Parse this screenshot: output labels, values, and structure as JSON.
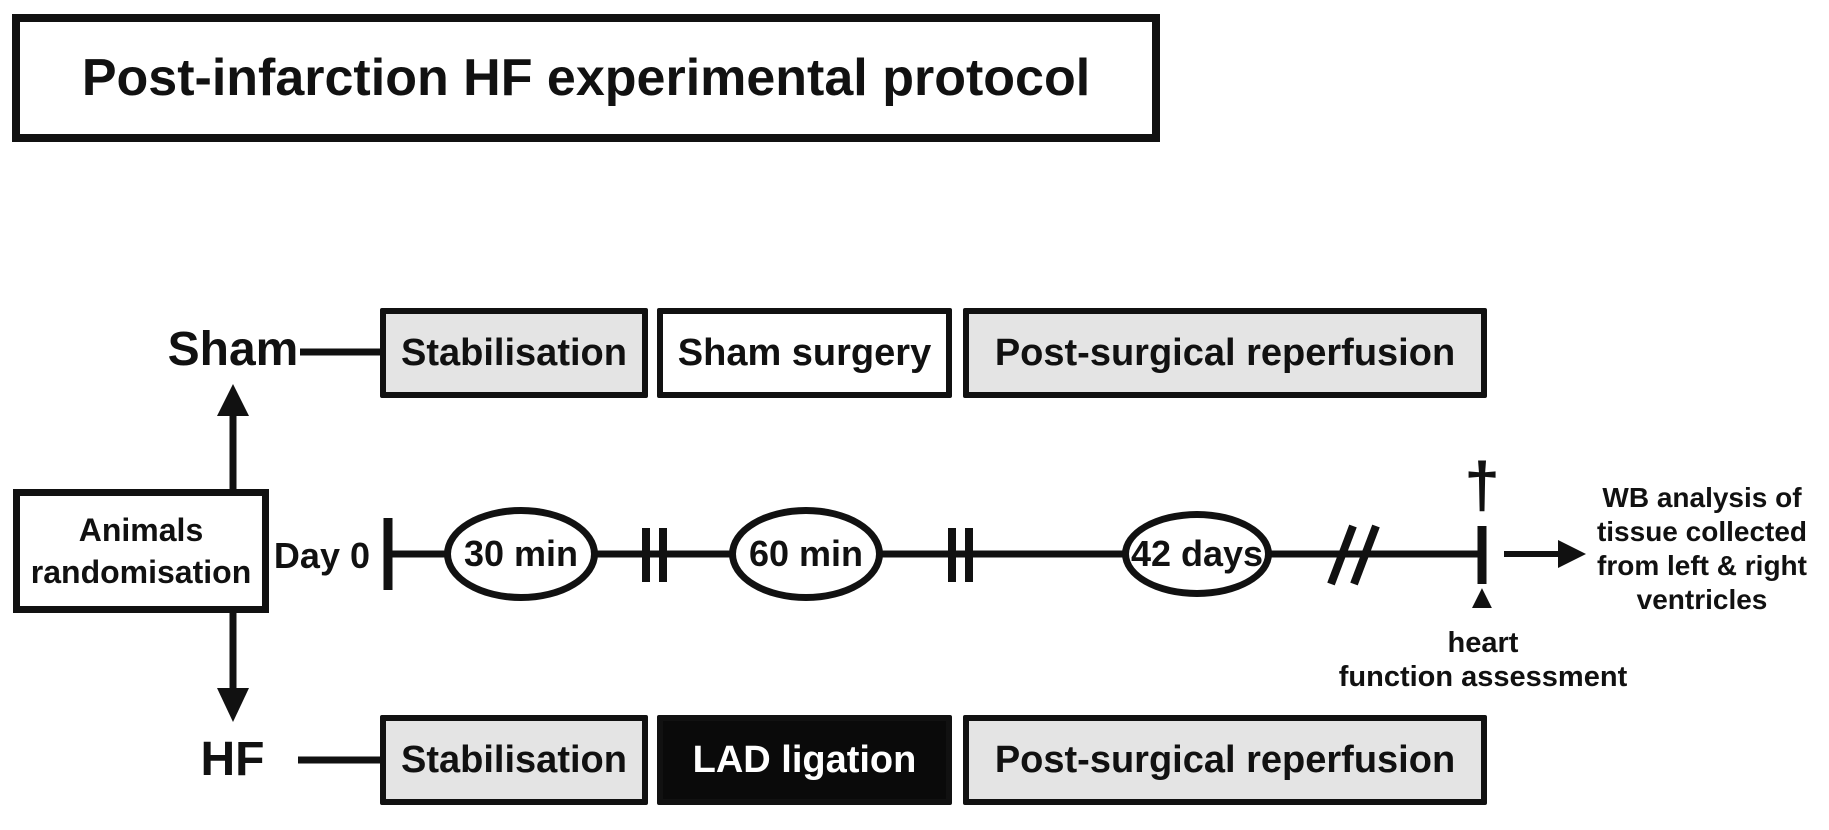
{
  "title": "Post-infarction HF experimental protocol",
  "randomisation": {
    "line1": "Animals",
    "line2": "randomisation"
  },
  "rows": {
    "sham": {
      "label": "Sham",
      "boxes": [
        {
          "label": "Stabilisation",
          "style": "gray"
        },
        {
          "label": "Sham surgery",
          "style": "white"
        },
        {
          "label": "Post-surgical reperfusion",
          "style": "gray"
        }
      ]
    },
    "hf": {
      "label": "HF",
      "boxes": [
        {
          "label": "Stabilisation",
          "style": "gray"
        },
        {
          "label": "LAD ligation",
          "style": "black"
        },
        {
          "label": "Post-surgical reperfusion",
          "style": "gray"
        }
      ]
    }
  },
  "timeline": {
    "start_label": "Day 0",
    "durations": [
      "30 min",
      "60 min",
      "42 days"
    ],
    "endpoint_symbol": "†",
    "marker_symbol": "▲"
  },
  "annotations": {
    "wb_lines": [
      "WB analysis of",
      "tissue collected",
      "from left & right",
      "ventricles"
    ],
    "heart_lines": [
      "heart",
      "function assessment"
    ]
  },
  "colors": {
    "ink": "#111111",
    "box_gray": "#e4e4e4",
    "box_black": "#0a0a0a",
    "background": "#ffffff"
  }
}
